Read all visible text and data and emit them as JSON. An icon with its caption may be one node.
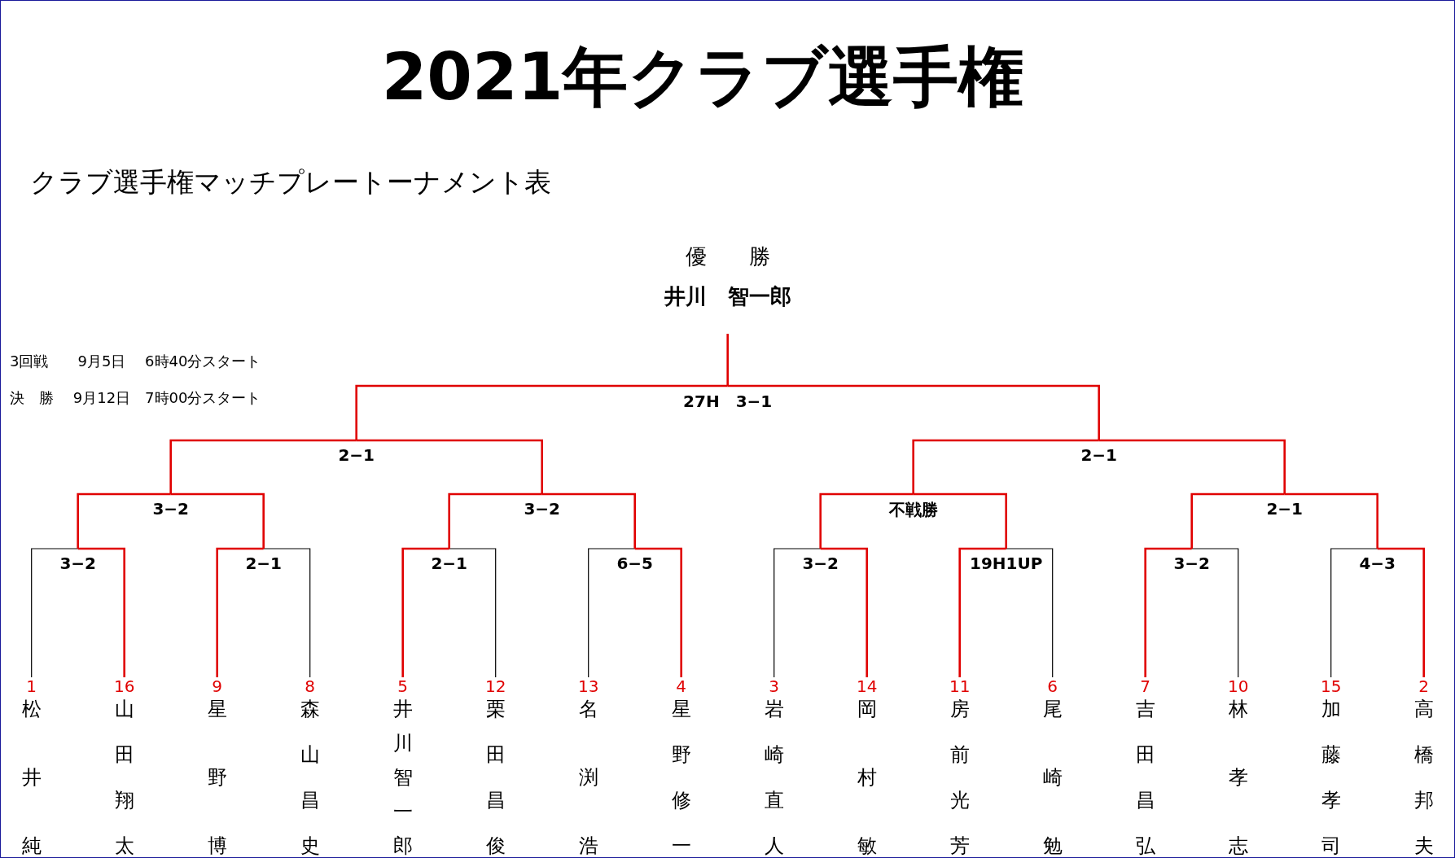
{
  "diagram": {
    "title": "2021年クラブ選手権",
    "nodes": [
      {
        "text": [
          "優　　勝",
          "井川　智一郎"
        ]
      },
      {
        "text": [
          "27H　3−1"
        ]
      },
      {
        "text": [
          "2−1"
        ]
      },
      {
        "text": [
          "2−1"
        ]
      },
      {
        "text": [
          "3−2"
        ]
      },
      {
        "text": [
          "3−2"
        ]
      },
      {
        "text": [
          "不戦勝"
        ]
      },
      {
        "text": [
          "2−1"
        ]
      },
      {
        "text": [
          "3−2"
        ]
      },
      {
        "text": [
          "2−1"
        ]
      },
      {
        "text": [
          "2−1"
        ]
      },
      {
        "text": [
          "6−5"
        ]
      },
      {
        "text": [
          "3−2"
        ]
      },
      {
        "text": [
          "19H1UP"
        ]
      },
      {
        "text": [
          "3−2"
        ]
      },
      {
        "text": [
          "4−3"
        ]
      },
      {
        "text": [
          "1",
          "松井純"
        ]
      },
      {
        "text": [
          "16",
          "山田翔太"
        ]
      },
      {
        "text": [
          "9",
          "星野博"
        ]
      },
      {
        "text": [
          "8",
          "森山昌史"
        ]
      },
      {
        "text": [
          "5",
          "井川智一郎"
        ]
      },
      {
        "text": [
          "12",
          "栗田昌俊"
        ]
      },
      {
        "text": [
          "13",
          "名渕浩"
        ]
      },
      {
        "text": [
          "4",
          "星野修一"
        ]
      },
      {
        "text": [
          "3",
          "岩崎直人"
        ]
      },
      {
        "text": [
          "14",
          "岡村敏"
        ]
      },
      {
        "text": [
          "11",
          "房前光芳"
        ]
      },
      {
        "text": [
          "6",
          "尾崎勉"
        ]
      },
      {
        "text": [
          "7",
          "吉田昌弘"
        ]
      },
      {
        "text": [
          "10",
          "林孝志"
        ]
      },
      {
        "text": [
          "15",
          "加藤孝司"
        ]
      },
      {
        "text": [
          "2",
          "高橋邦夫"
        ]
      }
    ],
    "edges": [
      {
        "from": 16,
        "to": 8,
        "arrow": "none",
        "color": "#000000"
      },
      {
        "from": 17,
        "to": 8,
        "arrow": "none"
      },
      {
        "from": 18,
        "to": 9,
        "arrow": "none"
      },
      {
        "from": 19,
        "to": 9,
        "arrow": "none",
        "color": "#000000"
      },
      {
        "from": 20,
        "to": 10,
        "arrow": "none"
      },
      {
        "from": 21,
        "to": 10,
        "arrow": "none",
        "color": "#000000"
      },
      {
        "from": 22,
        "to": 11,
        "arrow": "none",
        "color": "#000000"
      },
      {
        "from": 23,
        "to": 11,
        "arrow": "none"
      },
      {
        "from": 24,
        "to": 12,
        "arrow": "none",
        "color": "#000000"
      },
      {
        "from": 25,
        "to": 12,
        "arrow": "none"
      },
      {
        "from": 26,
        "to": 13,
        "arrow": "none"
      },
      {
        "from": 27,
        "to": 13,
        "arrow": "none",
        "color": "#000000"
      },
      {
        "from": 28,
        "to": 14,
        "arrow": "none"
      },
      {
        "from": 29,
        "to": 14,
        "arrow": "none",
        "color": "#000000"
      },
      {
        "from": 30,
        "to": 15,
        "arrow": "none",
        "color": "#000000"
      },
      {
        "from": 31,
        "to": 15,
        "arrow": "none"
      },
      {
        "from": 8,
        "to": 4,
        "arrow": "none"
      },
      {
        "from": 9,
        "to": 4,
        "arrow": "none"
      },
      {
        "from": 10,
        "to": 5,
        "arrow": "none"
      },
      {
        "from": 11,
        "to": 5,
        "arrow": "none"
      },
      {
        "from": 12,
        "to": 6,
        "arrow": "none"
      },
      {
        "from": 13,
        "to": 6,
        "arrow": "none"
      },
      {
        "from": 14,
        "to": 7,
        "arrow": "none"
      },
      {
        "from": 15,
        "to": 7,
        "arrow": "none"
      },
      {
        "from": 4,
        "to": 2,
        "arrow": "none"
      },
      {
        "from": 5,
        "to": 2,
        "arrow": "none"
      },
      {
        "from": 6,
        "to": 3,
        "arrow": "none"
      },
      {
        "from": 7,
        "to": 3,
        "arrow": "none"
      },
      {
        "from": 2,
        "to": 1,
        "arrow": "none"
      },
      {
        "from": 3,
        "to": 1,
        "arrow": "none"
      },
      {
        "from": 1,
        "to": 0,
        "arrow": "none"
      }
    ],
    "labels": [
      "クラブ選手権マッチプレートーナメント表",
      "3回戦　　9月5日　 6時40分スタート",
      "決　勝　 9月12日　7時00分スタート"
    ]
  }
}
